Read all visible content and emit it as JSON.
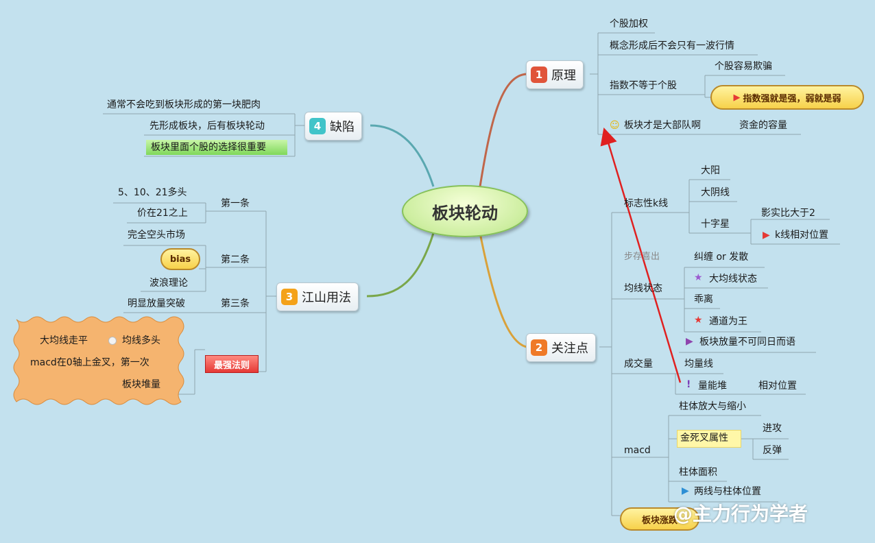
{
  "colors": {
    "background": "#c3e1ee",
    "branch1": "#e0543a",
    "branch2": "#ef7a28",
    "branch3": "#f4a21a",
    "branch4": "#41c4c9",
    "arrow": "#e02020"
  },
  "central": {
    "label": "板块轮动"
  },
  "branch1": {
    "num": "1",
    "label": "原理",
    "items": [
      "个股加权",
      "概念形成后不会只有一波行情",
      "指数不等于个股",
      "个股容易欺骗",
      "指数强就是强，弱就是弱",
      "板块才是大部队啊",
      "资金的容量"
    ]
  },
  "branch2": {
    "num": "2",
    "label": "关注点",
    "k": {
      "label": "标志性k线",
      "items": [
        "大阳",
        "大阴线",
        "十字星",
        "影实比大于2",
        "k线相对位置"
      ]
    },
    "ma": {
      "label": "均线状态",
      "items": [
        "纠缠 or 发散",
        "大均线状态",
        "乖离",
        "通道为王",
        "步存喜出"
      ]
    },
    "vol": {
      "label": "成交量",
      "items": [
        "板块放量不可同日而语",
        "均量线",
        "量能堆",
        "相对位置"
      ]
    },
    "macd": {
      "label": "macd",
      "items": [
        "柱体放大与缩小",
        "金死叉属性",
        "进攻",
        "反弹",
        "柱体面积",
        "两线与柱体位置"
      ]
    },
    "bottom": "板块涨跌"
  },
  "branch3": {
    "num": "3",
    "label": "江山用法",
    "rule1": {
      "label": "第一条",
      "items": [
        "5、10、21多头",
        "价在21之上"
      ]
    },
    "rule2": {
      "label": "第二条",
      "items": [
        "完全空头市场",
        "bias",
        "波浪理论"
      ]
    },
    "rule3": {
      "label": "第三条",
      "items": [
        "明显放量突破"
      ]
    },
    "strongest": {
      "label": "最强法则",
      "items": [
        "大均线走平",
        "均线多头",
        "macd在0轴上金叉，第一次",
        "板块堆量"
      ]
    }
  },
  "branch4": {
    "num": "4",
    "label": "缺陷",
    "items": [
      "通常不会吃到板块形成的第一块肥肉",
      "先形成板块，后有板块轮动",
      "板块里面个股的选择很重要"
    ]
  },
  "watermark": "@主力行为学者"
}
